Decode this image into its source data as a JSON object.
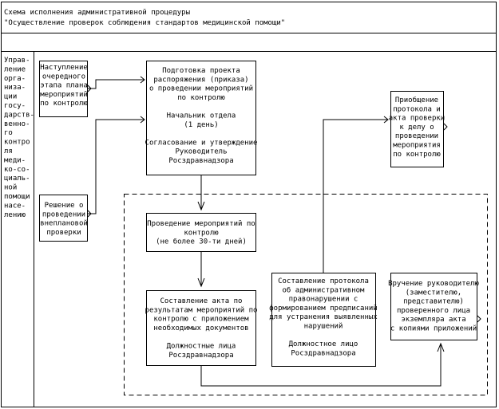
{
  "header": {
    "title_line1": "Схема исполнения административной процедуры",
    "title_line2": "\"Осуществление проверок соблюдения стандартов медицинской помощи\""
  },
  "side_label": [
    "Управ-",
    "ление",
    "орга-",
    "низа-",
    "ции",
    "госу-",
    "дарств-",
    "венно-",
    "го",
    "контро",
    "ля",
    "меди-",
    "ко-со-",
    "циаль-",
    "ной",
    "помощи",
    "насе-",
    "лению"
  ],
  "boxes": {
    "onset": [
      "Наступление",
      "очередного",
      "этапа плана",
      "мероприятий",
      "по контролю"
    ],
    "unplanned": [
      "Решение о",
      "проведении",
      "внеплановой",
      "проверки"
    ],
    "prepare": [
      "Подготовка проекта",
      "распоряжения (приказа)",
      "о проведении мероприятий",
      "по контролю",
      "",
      "Начальник отдела",
      "(1 день)",
      "",
      "Согласование и утверждение",
      "Руководитель",
      "Росздравнадзора"
    ],
    "conduct": [
      "Проведение мероприятий по",
      "контролю",
      "(не более 30-ти дней)"
    ],
    "act": [
      "Составление акта по",
      "результатам мероприятий по",
      "контролю с приложением",
      "необходимых документов",
      "",
      "Должностные лица",
      "Росздравнадзора"
    ],
    "protocol": [
      "Составление протокола",
      "об административном",
      "правонарушении с",
      "формированием предписаний",
      "для устранения выявленных",
      "нарушений",
      "",
      "Должностное лицо",
      "Росздравнадзора"
    ],
    "attach": [
      "Приобщение",
      "протокола и",
      "акта проверки",
      "к делу о",
      "проведении",
      "мероприятия",
      "по контролю"
    ],
    "deliver": [
      "Вручение руководителю",
      "(заместителю,",
      "представителю)",
      "проверенного лица",
      "экземпляра акта",
      "с копиями приложений"
    ]
  }
}
